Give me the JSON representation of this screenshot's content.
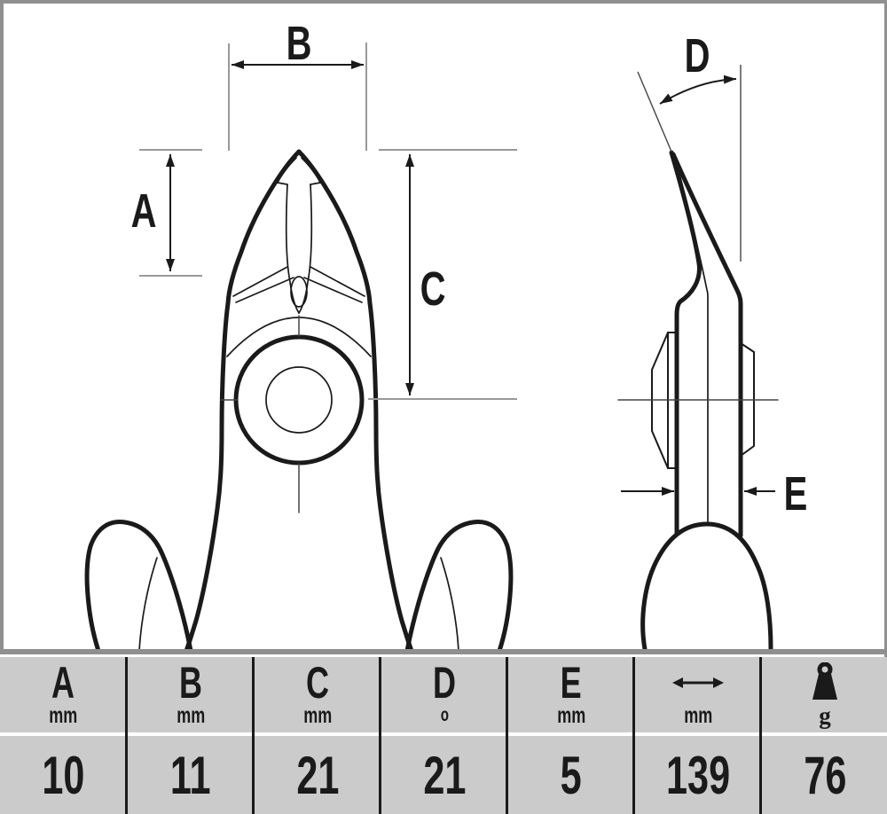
{
  "colors": {
    "ink": "#1a1a1a",
    "frame_gray": "#8f8f8f",
    "table_bg": "#cbcbcb",
    "ext_line_gray": "#999999",
    "background": "#ffffff"
  },
  "diagram": {
    "type": "technical-drawing",
    "subject": "side-cutting pliers shown in front view and side view with dimension callouts",
    "labels": {
      "A": "A",
      "B": "B",
      "C": "C",
      "D": "D",
      "E": "E"
    }
  },
  "table": {
    "columns": [
      {
        "header": "A",
        "unit": "mm",
        "value": "10"
      },
      {
        "header": "B",
        "unit": "mm",
        "value": "11"
      },
      {
        "header": "C",
        "unit": "mm",
        "value": "21"
      },
      {
        "header": "D",
        "unit": "o",
        "value": "21"
      },
      {
        "header": "E",
        "unit": "mm",
        "value": "5"
      },
      {
        "header_icon": "horizontal-double-arrow",
        "unit": "mm",
        "value": "139"
      },
      {
        "header_icon": "weight-kettlebell",
        "unit": "g",
        "value": "76"
      }
    ]
  }
}
